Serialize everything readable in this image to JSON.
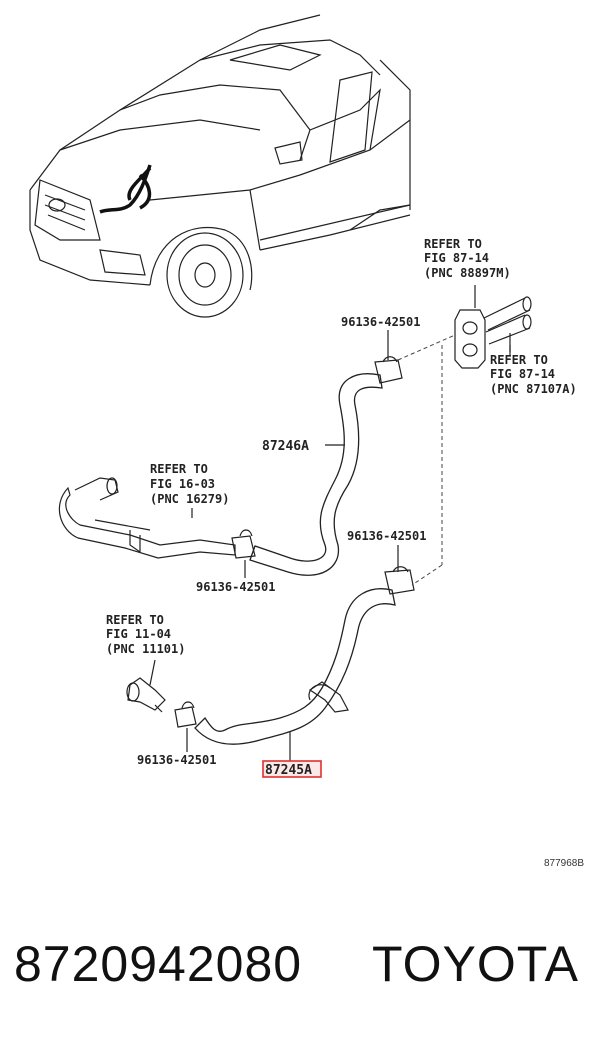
{
  "callouts": {
    "refer_heater_1": [
      "REFER TO",
      "FIG 87-14",
      "(PNC 88897M)"
    ],
    "refer_heater_2": [
      "REFER TO",
      "FIG 87-14",
      "(PNC 87107A)"
    ],
    "refer_pipe": [
      "REFER TO",
      "FIG 16-03",
      "(PNC 16279)"
    ],
    "refer_outlet": [
      "REFER TO",
      "FIG 11-04",
      "(PNC 11101)"
    ],
    "clamp_1": "96136-42501",
    "clamp_2": "96136-42501",
    "clamp_3": "96136-42501",
    "clamp_4": "96136-42501",
    "hose_upper": "87246A",
    "hose_lower": "87245A",
    "highlight_color": "#e03030"
  },
  "figure_id": "877968B",
  "footer": {
    "part_number": "8720942080",
    "brand": "TOYOTA"
  }
}
